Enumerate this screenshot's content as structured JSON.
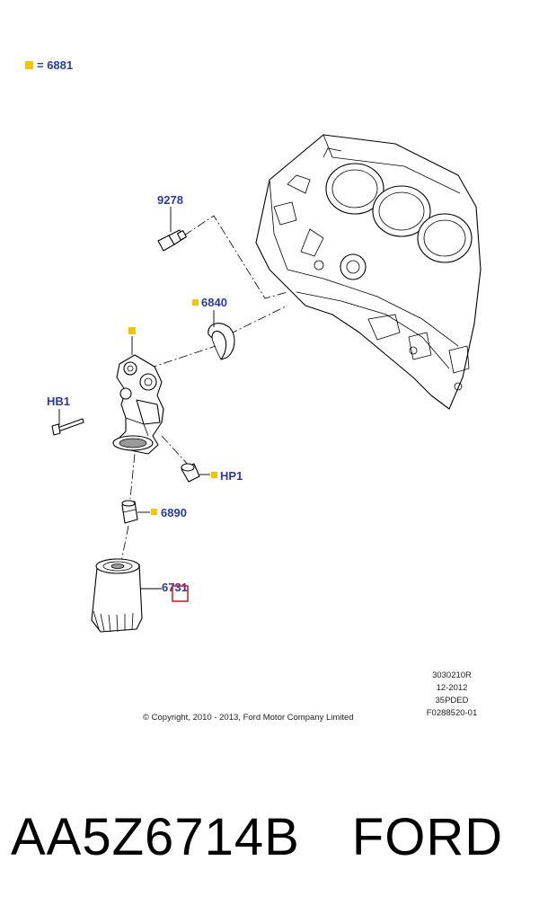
{
  "legend": {
    "label": "= 6881",
    "marker_color": "#f5c400"
  },
  "callouts": {
    "c9278": "9278",
    "c6840": "6840",
    "cHB1": "HB1",
    "cHP1": "HP1",
    "c6890": "6890",
    "c6731": "6731"
  },
  "colors": {
    "label_color": "#2b3aa0",
    "marker_yellow": "#f5c400",
    "highlight_red": "#d81e2a"
  },
  "revision_block": [
    "3030210R",
    "12-2012",
    "35PDED",
    "F0288520-01"
  ],
  "copyright": "© Copyright, 2010 - 2013, Ford Motor Company Limited",
  "footer": {
    "part_number": "AA5Z6714B",
    "brand": "FORD"
  }
}
